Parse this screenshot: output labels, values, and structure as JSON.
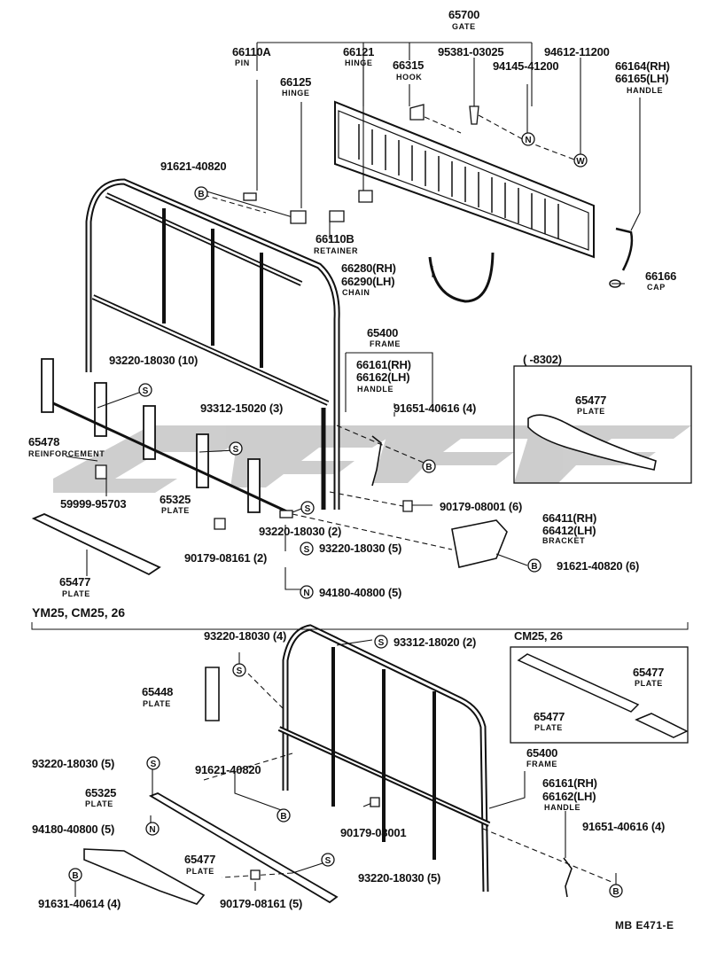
{
  "labels": {
    "gate_no": "65700",
    "gate_name": "GATE",
    "pin_no": "66110A",
    "pin_name": "PIN",
    "hinge1_no": "66121",
    "hinge1_name": "HINGE",
    "hook_no": "66315",
    "hook_name": "HOOK",
    "p95381": "95381-03025",
    "p94612": "94612-11200",
    "p94145": "94145-41200",
    "handle_rh": "66164(RH)",
    "handle_lh": "66165(LH)",
    "handle_name": "HANDLE",
    "hinge2_no": "66125",
    "hinge2_name": "HINGE",
    "p91621a": "91621-40820",
    "retainer_no": "66110B",
    "retainer_name": "RETAINER",
    "chain_rh": "66280(RH)",
    "chain_lh": "66290(LH)",
    "chain_name": "CHAIN",
    "cap_no": "66166",
    "cap_name": "CAP",
    "frame1_no": "65400",
    "frame1_name": "FRAME",
    "h2_rh": "66161(RH)",
    "h2_lh": "66162(LH)",
    "h2_name": "HANDLE",
    "p93220_10": "93220-18030 (10)",
    "p91651_a": "91651-40616 (4)",
    "p93312_3": "93312-15020 (3)",
    "reinf_no": "65478",
    "reinf_name": "REINFORCEMENT",
    "p59999": "59999-95703",
    "plate65325_no": "65325",
    "plate65325_name": "PLATE",
    "p93220_2": "93220-18030 (2)",
    "p90179_6": "90179-08001 (6)",
    "bracket_rh": "66411(RH)",
    "bracket_lh": "66412(LH)",
    "bracket_name": "BRACKET",
    "p93220_5a": "93220-18030 (5)",
    "p91621_6": "91621-40820 (6)",
    "p90179_2": "90179-08161 (2)",
    "plate65477a_no": "65477",
    "plate65477a_name": "PLATE",
    "p94180_5": "94180-40800 (5)",
    "box_range": "( -8302)",
    "box_plate_no": "65477",
    "box_plate_name": "PLATE",
    "section_ym": "YM25, CM25, 26",
    "p93220_4": "93220-18030 (4)",
    "p93312_2": "93312-18020 (2)",
    "box2_title": "CM25, 26",
    "box2_p1_no": "65477",
    "box2_p1_name": "PLATE",
    "box2_p2_no": "65477",
    "box2_p2_name": "PLATE",
    "plate65448_no": "65448",
    "plate65448_name": "PLATE",
    "p93220_5b": "93220-18030 (5)",
    "p91621b": "91621-40820",
    "frame2_no": "65400",
    "frame2_name": "FRAME",
    "h3_rh": "66161(RH)",
    "h3_lh": "66162(LH)",
    "h3_name": "HANDLE",
    "plate65325b_no": "65325",
    "plate65325b_name": "PLATE",
    "p94180_5b": "94180-40800 (5)",
    "p90179_b": "90179-08001",
    "p91651_b": "91651-40616 (4)",
    "plate65477c_no": "65477",
    "plate65477c_name": "PLATE",
    "p93220_5c": "93220-18030 (5)",
    "p91631": "91631-40614 (4)",
    "p90179_5": "90179-08161 (5)",
    "fig_code": "MB E471-E"
  },
  "symbols": {
    "S": "S",
    "N": "N",
    "B": "B",
    "W": "W"
  }
}
